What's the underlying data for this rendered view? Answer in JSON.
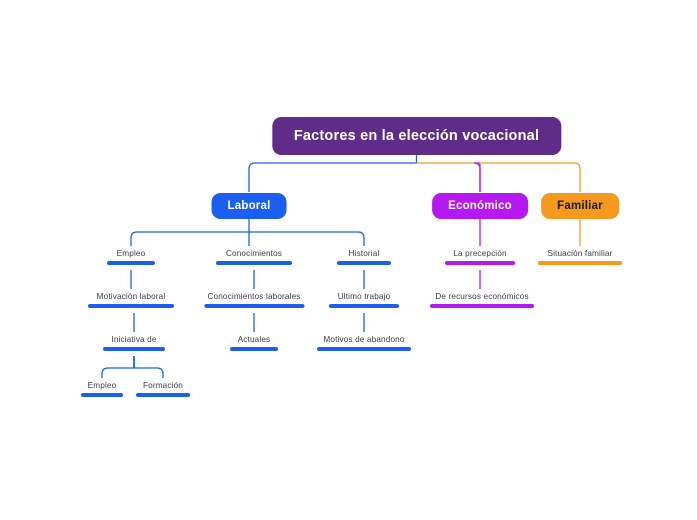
{
  "diagram": {
    "type": "mind-map",
    "background": "#ffffff",
    "title": "Factores en la elección vocacional",
    "colors": {
      "root": "#5f2d87",
      "laboral": "#1b5ff0",
      "economico": "#b518f0",
      "familiar": "#f7991c",
      "label_text": "#3c3c4c",
      "root_text": "#ffffff"
    },
    "nodes": {
      "root": {
        "label": "Factores en la elección vocacional",
        "color": "#5f2d87",
        "text_color": "#ffffff"
      },
      "laboral": {
        "label": "Laboral",
        "color": "#1b5ff0",
        "text_color": "#ffffff"
      },
      "economico": {
        "label": "Económico",
        "color": "#b518f0",
        "text_color": "#ffffff"
      },
      "familiar": {
        "label": "Familiar",
        "color": "#f7991c",
        "text_color": "#1a1a1a"
      },
      "empleo": {
        "label": "Empleo",
        "color": "#1b5ff0"
      },
      "conocimientos": {
        "label": "Conocimientos",
        "color": "#1b5ff0"
      },
      "historial": {
        "label": "Historial",
        "color": "#1b5ff0"
      },
      "la_precepcion": {
        "label": "La precepción",
        "color": "#b518f0"
      },
      "situacion_familiar": {
        "label": "Situación familiar",
        "color": "#f7991c"
      },
      "motivacion_laboral": {
        "label": "Motivación laboral",
        "color": "#1b5ff0"
      },
      "conocimientos_laborales": {
        "label": "Conocimientos laborales",
        "color": "#1b5ff0"
      },
      "ultimo_trabajo": {
        "label": "Ultimo trabajo",
        "color": "#1b5ff0"
      },
      "de_recursos_economicos": {
        "label": "De recursos económicos",
        "color": "#b518f0"
      },
      "iniciativa_de": {
        "label": "Iniciativa de",
        "color": "#1b5ff0"
      },
      "actuales": {
        "label": "Actuales",
        "color": "#1b5ff0"
      },
      "motivos_de_abandono": {
        "label": "Motivos de abandono",
        "color": "#1b5ff0"
      },
      "empleo_leaf": {
        "label": "Empleo",
        "color": "#1b5ff0"
      },
      "formacion_leaf": {
        "label": "Formación",
        "color": "#1b5ff0"
      }
    },
    "edges": [
      {
        "from": "root",
        "to": "laboral",
        "color": "#1b5ff0"
      },
      {
        "from": "root",
        "to": "economico",
        "color": "#b518f0"
      },
      {
        "from": "root",
        "to": "familiar",
        "color": "#f7991c"
      },
      {
        "from": "laboral",
        "to": "empleo",
        "color": "#1b5ff0"
      },
      {
        "from": "laboral",
        "to": "conocimientos",
        "color": "#1b5ff0"
      },
      {
        "from": "laboral",
        "to": "historial",
        "color": "#1b5ff0"
      },
      {
        "from": "economico",
        "to": "la_precepcion",
        "color": "#b518f0"
      },
      {
        "from": "familiar",
        "to": "situacion_familiar",
        "color": "#f7991c"
      },
      {
        "from": "empleo",
        "to": "motivacion_laboral",
        "color": "#1b5ff0"
      },
      {
        "from": "conocimientos",
        "to": "conocimientos_laborales",
        "color": "#1b5ff0"
      },
      {
        "from": "historial",
        "to": "ultimo_trabajo",
        "color": "#1b5ff0"
      },
      {
        "from": "la_precepcion",
        "to": "de_recursos_economicos",
        "color": "#b518f0"
      },
      {
        "from": "motivacion_laboral",
        "to": "iniciativa_de",
        "color": "#1b5ff0"
      },
      {
        "from": "conocimientos_laborales",
        "to": "actuales",
        "color": "#1b5ff0"
      },
      {
        "from": "ultimo_trabajo",
        "to": "motivos_de_abandono",
        "color": "#1b5ff0"
      },
      {
        "from": "iniciativa_de",
        "to": "empleo_leaf",
        "color": "#1b5ff0"
      },
      {
        "from": "iniciativa_de",
        "to": "formacion_leaf",
        "color": "#1b5ff0"
      }
    ]
  }
}
